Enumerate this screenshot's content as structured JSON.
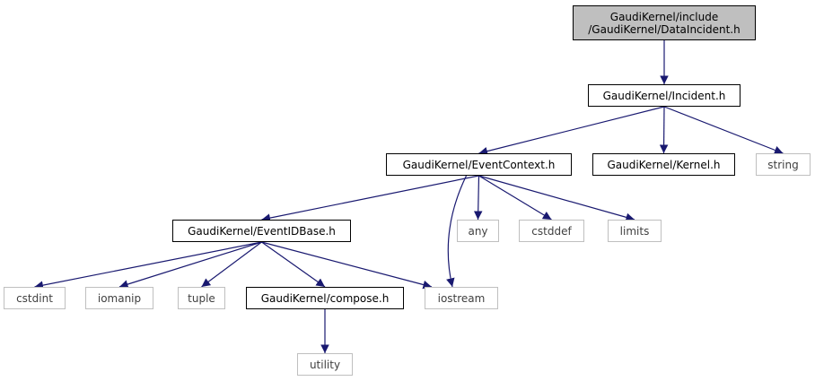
{
  "colors": {
    "edge": "#191970",
    "root_fill": "#bfbfbf",
    "project_border": "#000000",
    "system_border": "#bfbfbf",
    "system_text": "#404040"
  },
  "nodes": {
    "root": {
      "line1": "GaudiKernel/include",
      "line2": "/GaudiKernel/DataIncident.h"
    },
    "incident": "GaudiKernel/Incident.h",
    "eventcontext": "GaudiKernel/EventContext.h",
    "kernel": "GaudiKernel/Kernel.h",
    "string": "string",
    "eventidbase": "GaudiKernel/EventIDBase.h",
    "any": "any",
    "cstddef": "cstddef",
    "limits": "limits",
    "cstdint": "cstdint",
    "iomanip": "iomanip",
    "tuple": "tuple",
    "compose": "GaudiKernel/compose.h",
    "iostream": "iostream",
    "utility": "utility"
  },
  "edges": [
    [
      "root",
      "incident"
    ],
    [
      "incident",
      "eventcontext"
    ],
    [
      "incident",
      "kernel"
    ],
    [
      "incident",
      "string"
    ],
    [
      "eventcontext",
      "eventidbase"
    ],
    [
      "eventcontext",
      "iostream"
    ],
    [
      "eventcontext",
      "any"
    ],
    [
      "eventcontext",
      "cstddef"
    ],
    [
      "eventcontext",
      "limits"
    ],
    [
      "eventidbase",
      "cstdint"
    ],
    [
      "eventidbase",
      "iomanip"
    ],
    [
      "eventidbase",
      "tuple"
    ],
    [
      "eventidbase",
      "compose"
    ],
    [
      "eventidbase",
      "iostream"
    ],
    [
      "compose",
      "utility"
    ]
  ]
}
